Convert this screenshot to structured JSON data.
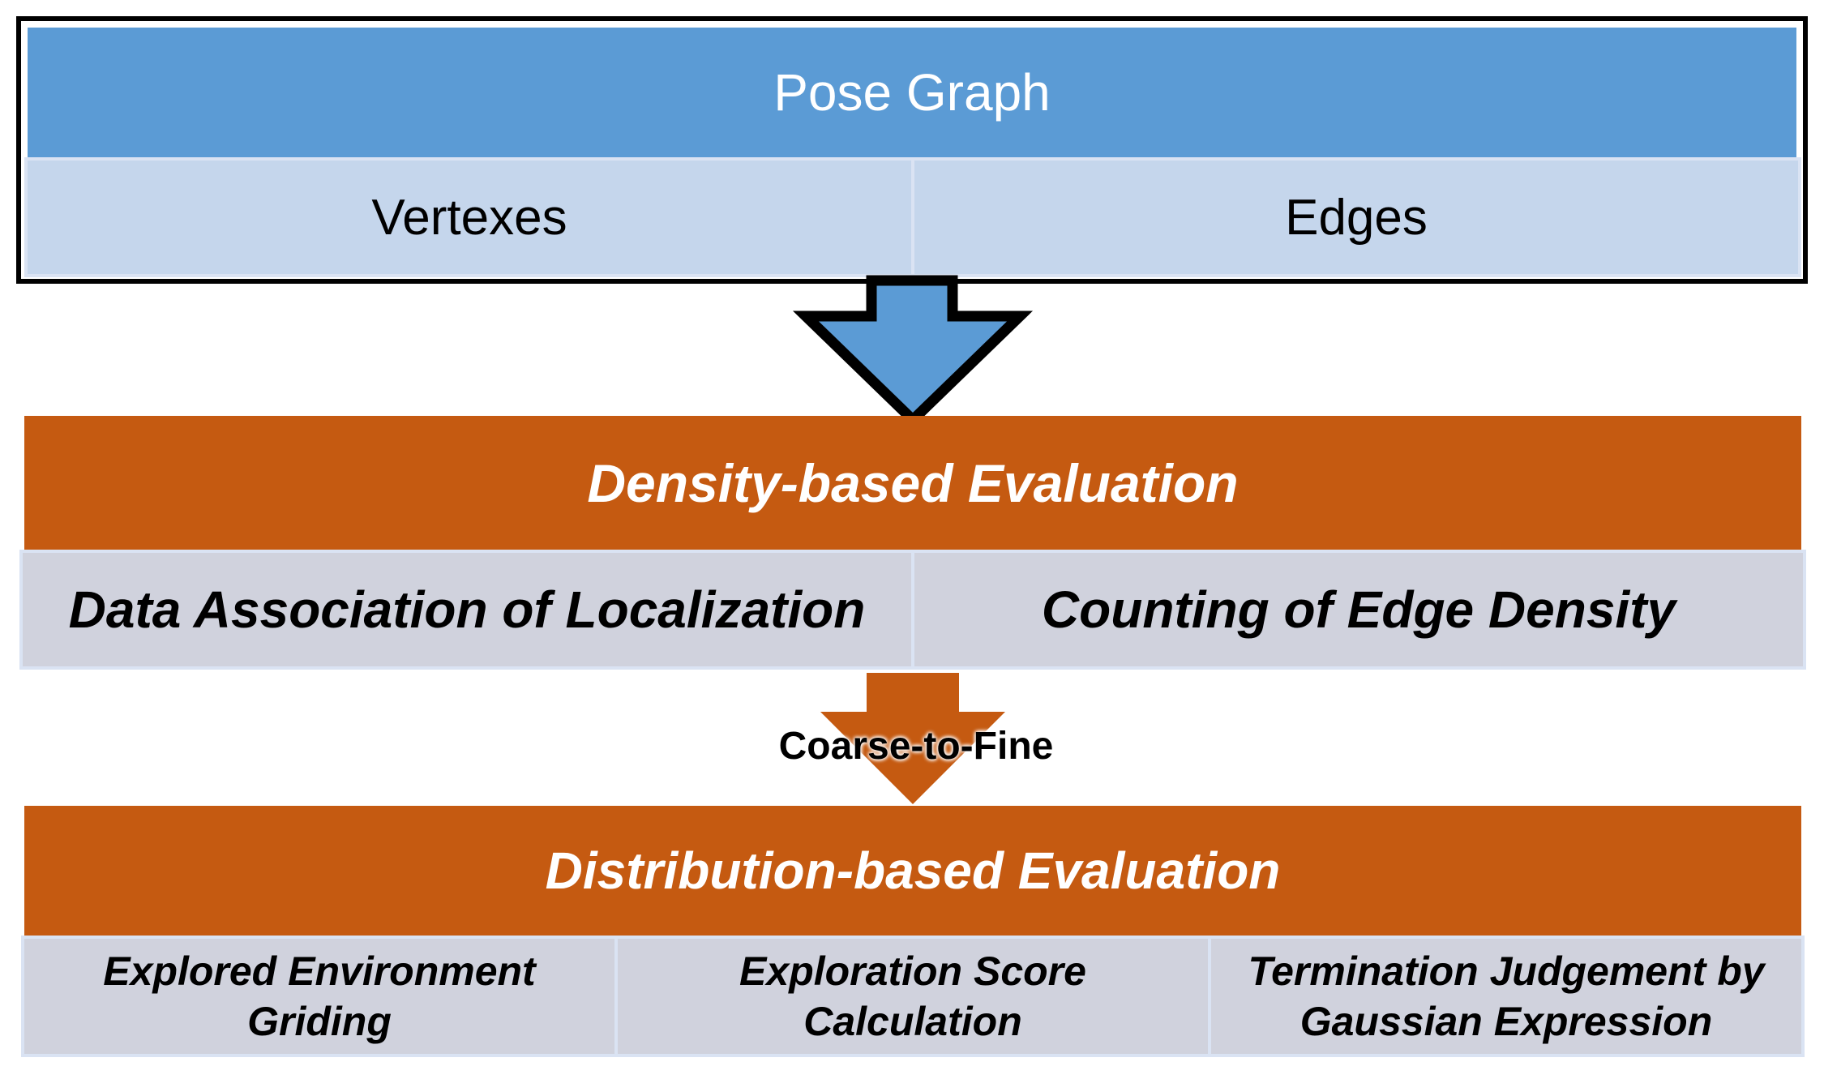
{
  "pose_graph": {
    "title": "Pose Graph",
    "left": "Vertexes",
    "right": "Edges"
  },
  "density": {
    "title": "Density-based Evaluation",
    "left": "Data Association of Localization",
    "right": "Counting of Edge Density"
  },
  "transition": {
    "label": "Coarse-to-Fine"
  },
  "distribution": {
    "title": "Distribution-based Evaluation",
    "cells": [
      "Explored Environment Griding",
      "Exploration Score Calculation",
      "Termination Judgement by Gaussian Expression"
    ]
  },
  "colors": {
    "blue_header": "#5b9bd5",
    "blue_light": "#c5d6ec",
    "orange": "#c55a11",
    "grey": "#d0d2dd",
    "frame": "#000000"
  }
}
